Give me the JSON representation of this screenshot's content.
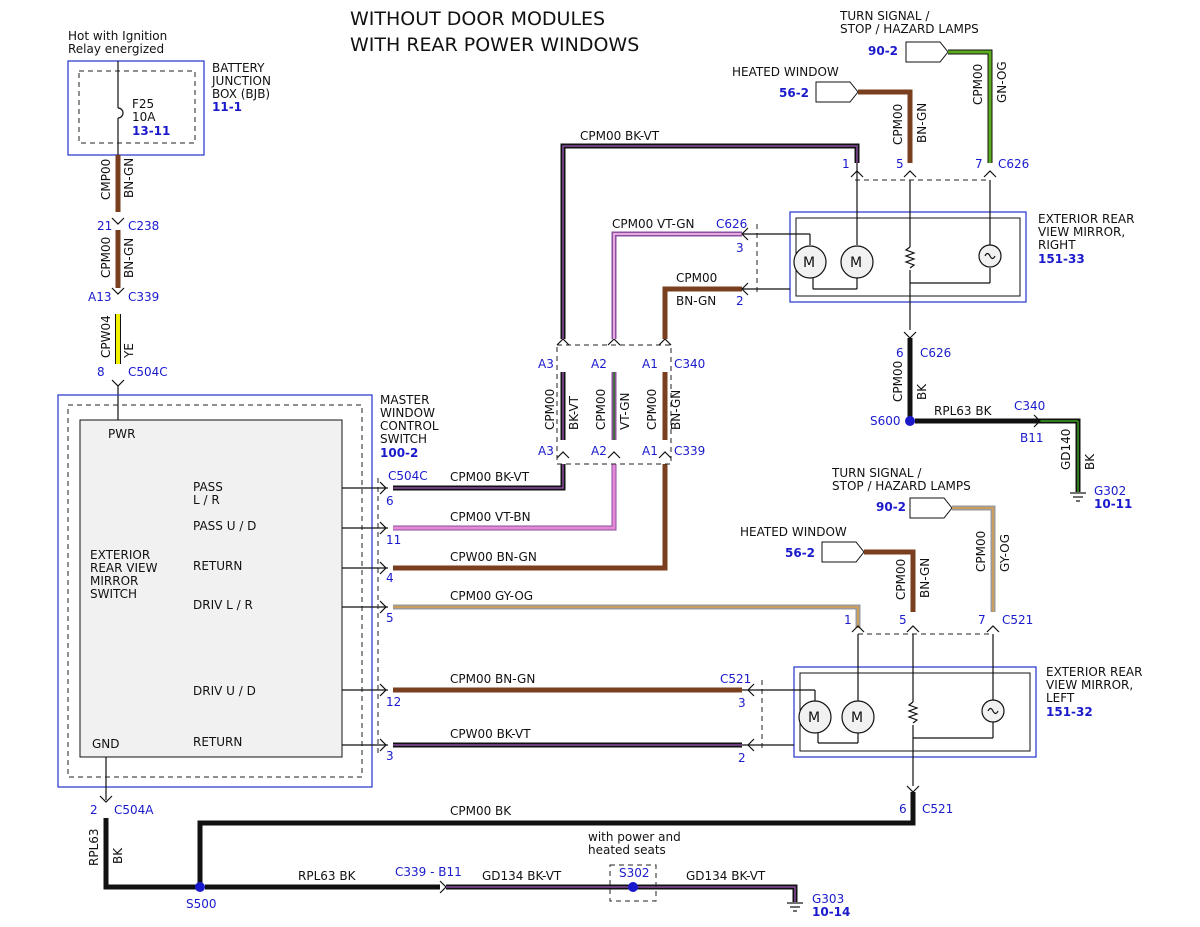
{
  "title": {
    "line1": "WITHOUT DOOR MODULES",
    "line2": "WITH REAR POWER WINDOWS"
  },
  "bjb": {
    "hot1": "Hot with Ignition",
    "hot2": "Relay energized",
    "name1": "BATTERY",
    "name2": "JUNCTION",
    "name3": "BOX (BJB)",
    "ref": "11-1",
    "fuse1": "F25",
    "fuse2": "10A",
    "fuse_ref": "13-11"
  },
  "master": {
    "name1": "MASTER",
    "name2": "WINDOW",
    "name3": "CONTROL",
    "name4": "SWITCH",
    "ref": "100-2",
    "pwr": "PWR",
    "gnd": "GND",
    "sw1": "EXTERIOR",
    "sw2": "REAR VIEW",
    "sw3": "MIRROR",
    "sw4": "SWITCH",
    "pass_lr1": "PASS",
    "pass_lr2": "L / R",
    "pass_ud": "PASS U / D",
    "return1": "RETURN",
    "driv_lr": "DRIV L / R",
    "driv_ud": "DRIV U / D",
    "return2": "RETURN"
  },
  "mirror_right": {
    "name1": "EXTERIOR REAR",
    "name2": "VIEW MIRROR,",
    "name3": "RIGHT",
    "ref": "151-33",
    "motor": "M"
  },
  "mirror_left": {
    "name1": "EXTERIOR REAR",
    "name2": "VIEW MIRROR,",
    "name3": "LEFT",
    "ref": "151-32",
    "motor": "M"
  },
  "top_refs": {
    "turn1": "TURN SIGNAL /",
    "turn2": "STOP / HAZARD LAMPS",
    "turn_ref": "90-2",
    "heated": "HEATED WINDOW",
    "heated_ref": "56-2"
  },
  "mid_refs": {
    "turn1": "TURN SIGNAL /",
    "turn2": "STOP / HAZARD LAMPS",
    "turn_ref": "90-2",
    "heated": "HEATED WINDOW",
    "heated_ref": "56-2"
  },
  "labels": {
    "cmp00": "CMP00",
    "cpm00": "CPM00",
    "cpm04": "CPW04",
    "cpw00": "CPW00",
    "bn_gn": "BN-GN",
    "ye": "YE",
    "bk_vt": "BK-VT",
    "vt_gn": "VT-GN",
    "gn_og": "GN-OG",
    "vt_bn": "VT-BN",
    "gy_og": "GY-OG",
    "bk": "BK",
    "rpl63": "RPL63",
    "gd140": "GD140",
    "gd134": "GD134",
    "rpl63_bk": "RPL63   BK",
    "cpm00_bk_vt": "CPM00   BK-VT",
    "cpm00_vt_gn": "CPM00   VT-GN",
    "cpm00_vt_bn": "CPM00   VT-BN",
    "cpw00_bn_gn": "CPW00   BN-GN",
    "cpm00_gy_og": "CPM00   GY-OG",
    "cpm00_bn_gn": "CPM00   BN-GN",
    "cpw00_bk_vt": "CPW00   BK-VT",
    "cpm00_bk": "CPM00   BK",
    "gd134_bk_vt": "GD134   BK-VT"
  },
  "connectors": {
    "c238": "C238",
    "c339": "C339",
    "c504c": "C504C",
    "c504a": "C504A",
    "c340": "C340",
    "c626": "C626",
    "c521": "C521",
    "c339_b11": "C339 - B11",
    "s302": "S302",
    "s500": "S500",
    "s600": "S600",
    "g302": "G302",
    "g302_ref": "10-11",
    "g303": "G303",
    "g303_ref": "10-14",
    "b11": "B11"
  },
  "pins": {
    "p21": "21",
    "a13": "A13",
    "p8": "8",
    "p2": "2",
    "p6": "6",
    "p11": "11",
    "p4": "4",
    "p5": "5",
    "p12": "12",
    "p3": "3",
    "p1": "1",
    "p7": "7",
    "a3": "A3",
    "a2": "A2",
    "a1": "A1"
  },
  "notes": {
    "seats1": "with power and",
    "seats2": "heated seats"
  },
  "colors": {
    "brown": "#7a3f1e",
    "black": "#111111",
    "violet": "#8a4fa0",
    "pink": "#e68ad6",
    "yellow": "#f2f200",
    "green": "#2f7d1a",
    "gray": "#9a9a9a",
    "orange": "#d9a04a",
    "label_blue": "#1a1acc",
    "box_blue": "#2233cc",
    "fill": "#f1f1f1"
  }
}
